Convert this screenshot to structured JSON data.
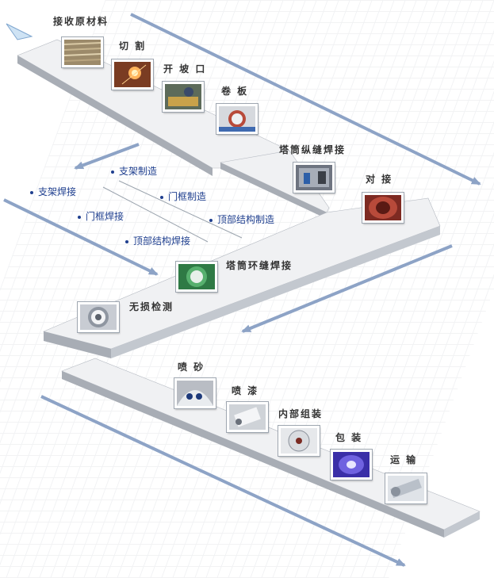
{
  "steps": [
    {
      "label": "接收原材料"
    },
    {
      "label": "切 割"
    },
    {
      "label": "开 坡 口"
    },
    {
      "label": "卷 板"
    },
    {
      "label": "塔筒纵缝焊接"
    },
    {
      "label": "对 接"
    },
    {
      "label": "塔筒环缝焊接"
    },
    {
      "label": "无损检测"
    },
    {
      "label": "喷 砂"
    },
    {
      "label": "喷 漆"
    },
    {
      "label": "内部组装"
    },
    {
      "label": "包 装"
    },
    {
      "label": "运 输"
    }
  ],
  "sub_processes": [
    {
      "label": "支架制造"
    },
    {
      "label": "门框制造"
    },
    {
      "label": "顶部结构制造"
    },
    {
      "label": "支架焊接"
    },
    {
      "label": "门框焊接"
    },
    {
      "label": "顶部结构焊接"
    }
  ],
  "colors": {
    "platform_top": "#f0f1f3",
    "platform_side": "#a8adb5",
    "arrow": "#8da3c6",
    "sub_text": "#1f3f8f",
    "step_text": "#333333"
  }
}
